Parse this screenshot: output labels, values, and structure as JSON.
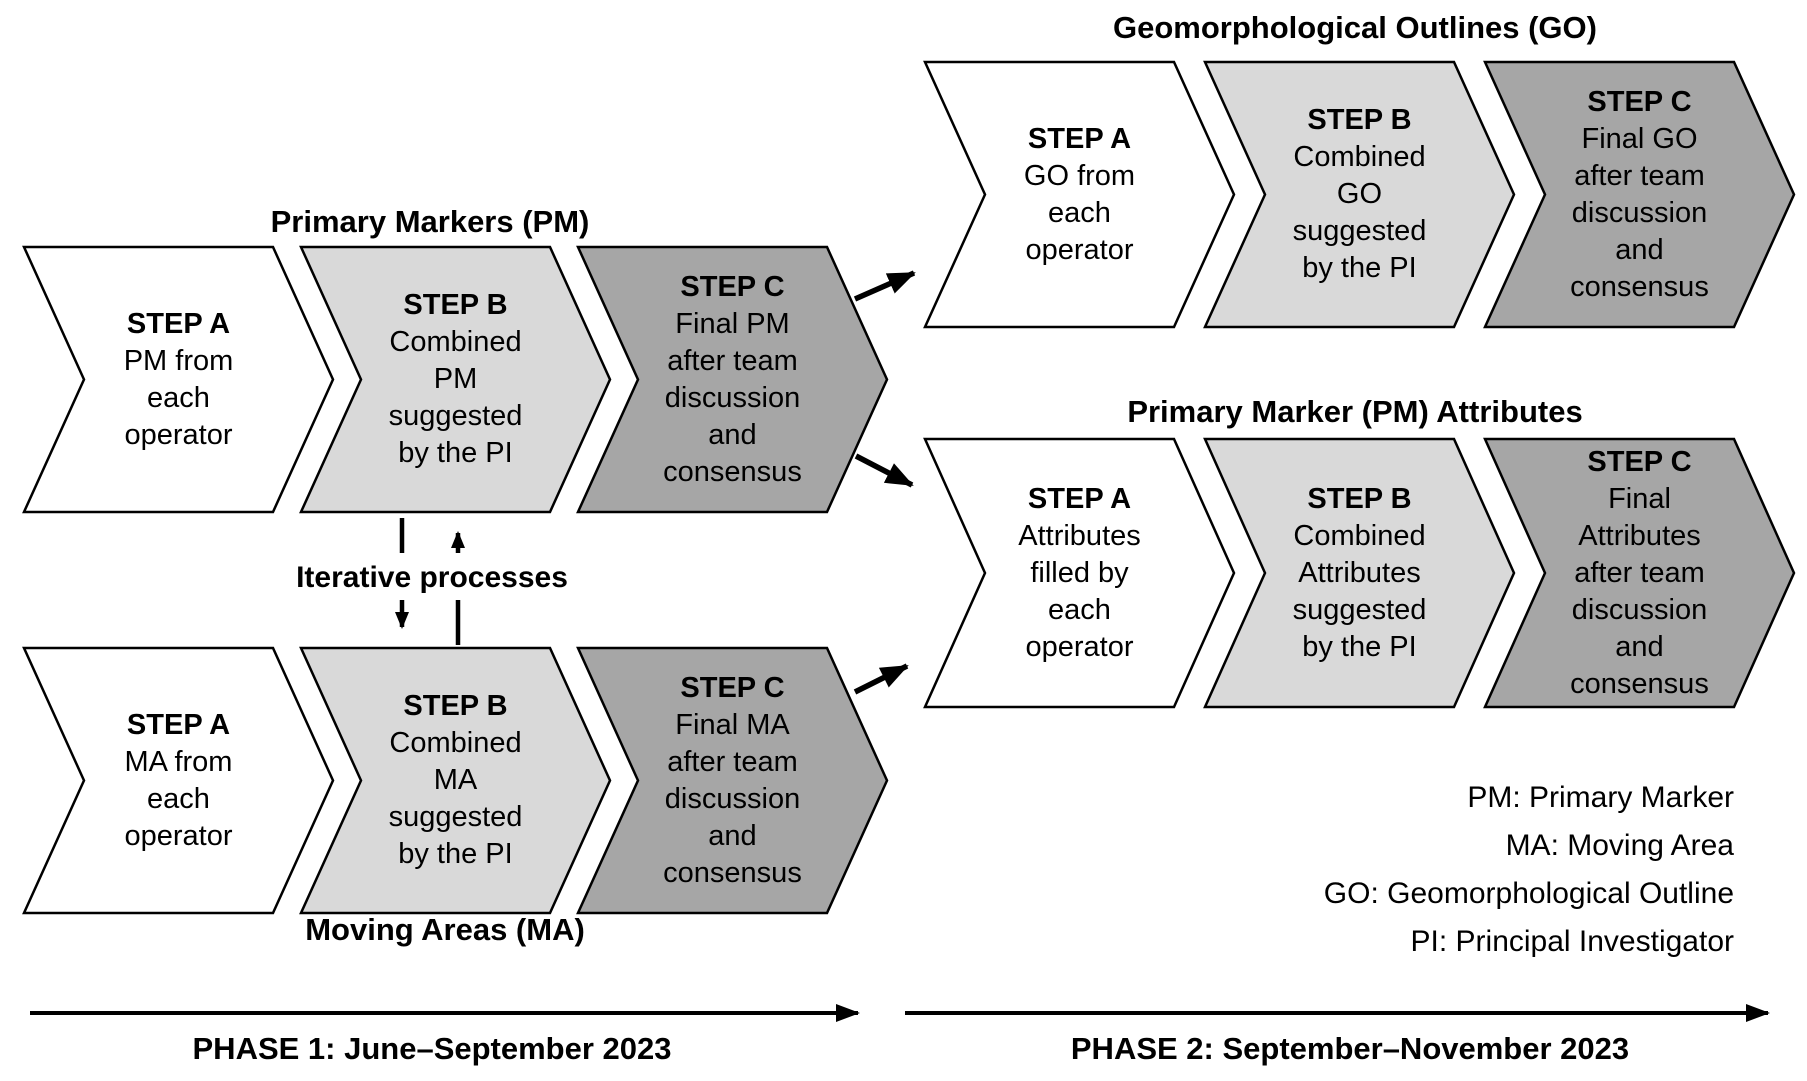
{
  "colors": {
    "step_a_fill": "#ffffff",
    "step_b_fill": "#d9d9d9",
    "step_c_fill": "#a6a6a6",
    "outline": "#000000",
    "arrow": "#000000"
  },
  "groups": [
    {
      "id": "pm",
      "title": "Primary Markers (PM)",
      "steps": [
        {
          "name": "STEP A",
          "text": "PM from\neach\noperator"
        },
        {
          "name": "STEP B",
          "text": "Combined\nPM\nsuggested\nby the PI"
        },
        {
          "name": "STEP C",
          "text": "Final PM\nafter team\ndiscussion\nand\nconsensus"
        }
      ]
    },
    {
      "id": "ma",
      "title": "Moving Areas (MA)",
      "steps": [
        {
          "name": "STEP A",
          "text": "MA from\neach\noperator"
        },
        {
          "name": "STEP B",
          "text": "Combined\nMA\nsuggested\nby the PI"
        },
        {
          "name": "STEP C",
          "text": "Final MA\nafter team\ndiscussion\nand\nconsensus"
        }
      ]
    },
    {
      "id": "go",
      "title": "Geomorphological Outlines (GO)",
      "steps": [
        {
          "name": "STEP A",
          "text": "GO from\neach\noperator"
        },
        {
          "name": "STEP B",
          "text": "Combined\nGO\nsuggested\nby the PI"
        },
        {
          "name": "STEP C",
          "text": "Final GO\nafter team\ndiscussion\nand\nconsensus"
        }
      ]
    },
    {
      "id": "attributes",
      "title": "Primary Marker (PM) Attributes",
      "steps": [
        {
          "name": "STEP A",
          "text": "Attributes\nfilled by\neach\noperator"
        },
        {
          "name": "STEP B",
          "text": "Combined\nAttributes\nsuggested\nby the PI"
        },
        {
          "name": "STEP C",
          "text": "Final\nAttributes\nafter team\ndiscussion\nand\nconsensus"
        }
      ]
    }
  ],
  "iterative_label": "Iterative processes",
  "legend": {
    "lines": [
      "PM: Primary Marker",
      "MA: Moving Area",
      "GO: Geomorphological Outline",
      "PI: Principal Investigator"
    ]
  },
  "timeline": {
    "phase1": "PHASE 1: June–September 2023",
    "phase2": "PHASE 2: September–November 2023"
  }
}
